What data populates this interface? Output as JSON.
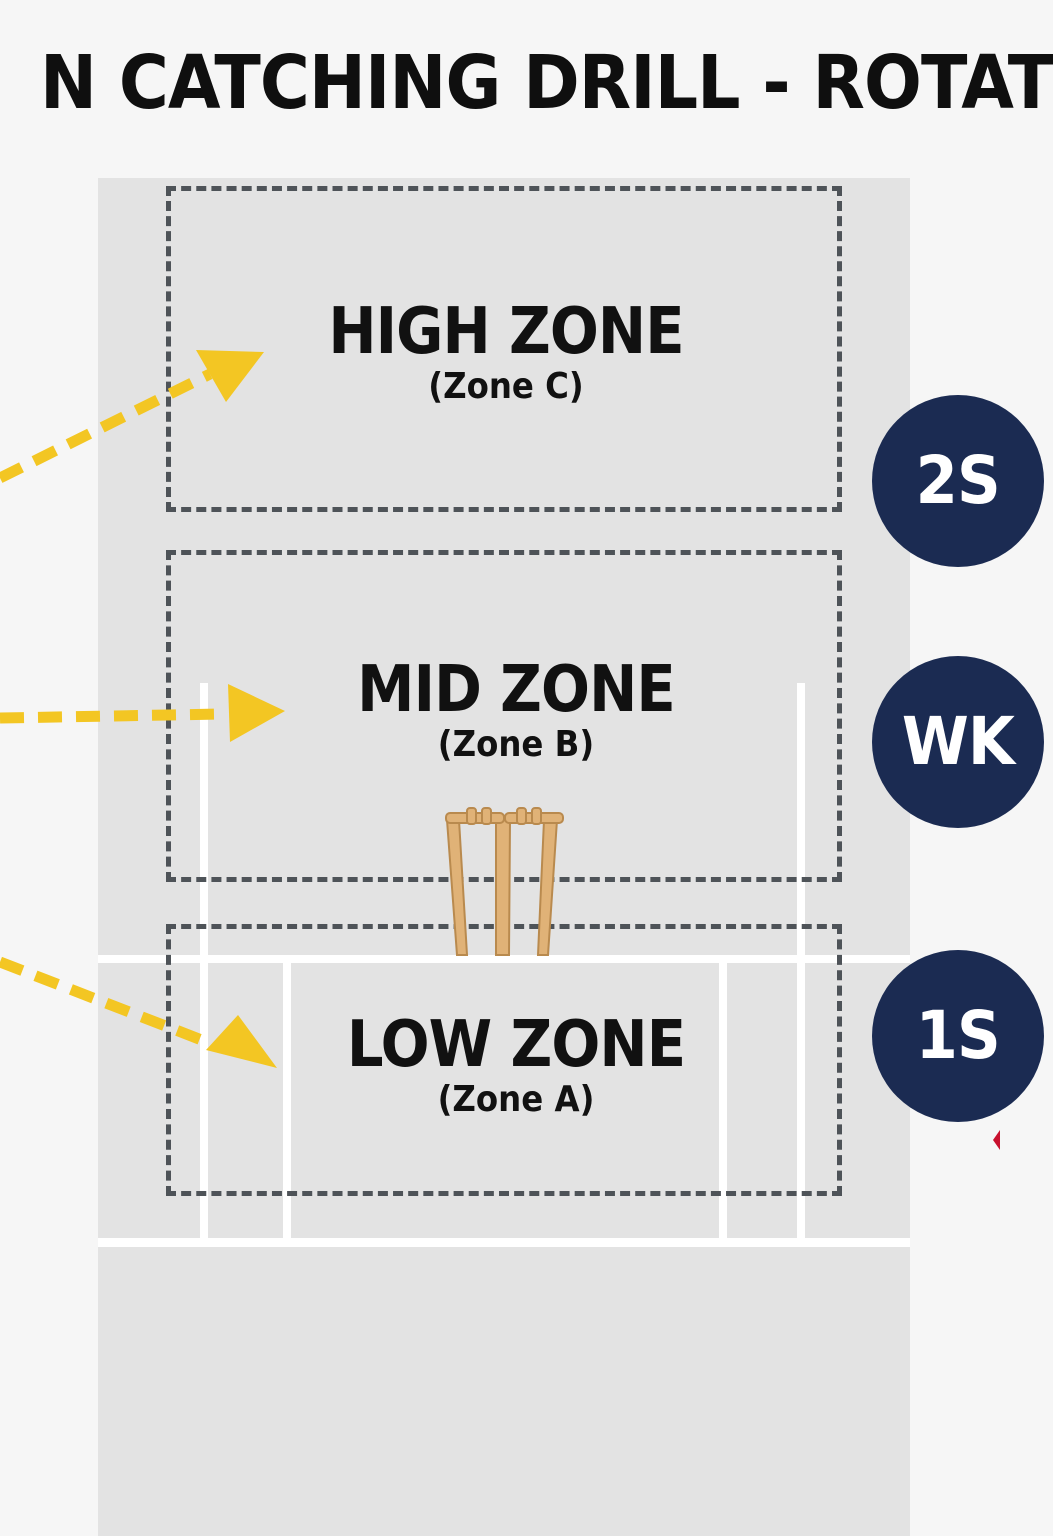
{
  "title": "N CATCHING DRILL - ROTAT",
  "zones": [
    {
      "name": "HIGH ZONE",
      "sub": "(Zone C)"
    },
    {
      "name": "MID ZONE",
      "sub": "(Zone B)"
    },
    {
      "name": "LOW ZONE",
      "sub": "(Zone A)"
    }
  ],
  "fielders": [
    "2S",
    "WK",
    "1S"
  ],
  "colors": {
    "background": "#f6f6f6",
    "pitch": "#e3e3e3",
    "dashed_border": "#4e5358",
    "arrow": "#f3c623",
    "fielder_fill": "#1b2b52",
    "fielder_text": "#ffffff",
    "stumps": "#e0b277",
    "accent_red": "#c8102e"
  }
}
